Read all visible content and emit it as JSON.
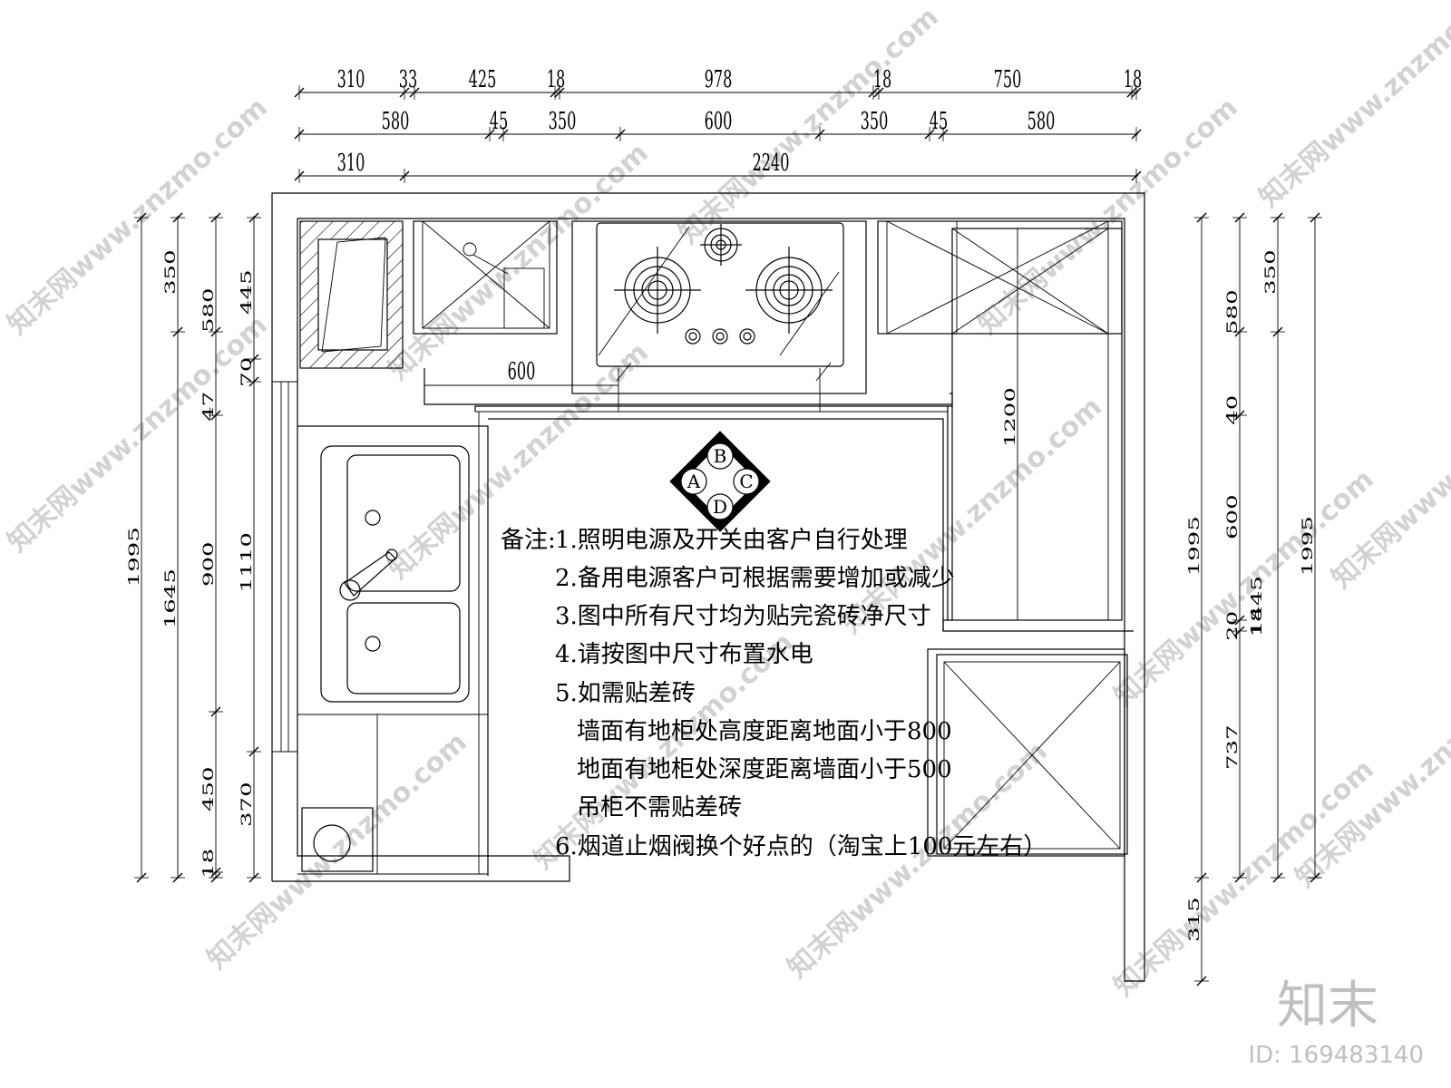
{
  "dims_top": {
    "row1": [
      "310",
      "33",
      "425",
      "18",
      "978",
      "18",
      "750",
      "18"
    ],
    "row2": [
      "580",
      "45",
      "350",
      "600",
      "350",
      "45",
      "580"
    ],
    "row3": [
      "310",
      "2240"
    ]
  },
  "dims_left": {
    "col_a": [
      "1995"
    ],
    "col_b": [
      "350",
      "1645"
    ],
    "col_c": [
      "580",
      "47",
      "900",
      "450",
      "18"
    ],
    "col_d": [
      "445",
      "70",
      "1110",
      "370"
    ]
  },
  "dims_right": {
    "col_a": [
      "1995",
      "315"
    ],
    "col_b": [
      "580",
      "40",
      "600",
      "20",
      "737"
    ],
    "col_c": [
      "1445",
      "18"
    ],
    "col_d": [
      "350",
      "1995"
    ]
  },
  "dims_inner": {
    "hood_width": "600",
    "fridge_length": "1200"
  },
  "compass": {
    "top": "B",
    "left": "A",
    "right": "C",
    "bottom": "D"
  },
  "notes": {
    "label": "备注:",
    "items": [
      "1.照明电源及开关由客户自行处理",
      "2.备用电源客户可根据需要增加或减少",
      "3.图中所有尺寸均为贴完瓷砖净尺寸",
      "4.请按图中尺寸布置水电",
      "5.如需贴差砖",
      "墙面有地柜处高度距离地面小于800",
      "地面有地柜处深度距离墙面小于500",
      "吊柜不需贴差砖",
      "6.烟道止烟阀换个好点的（淘宝上100元左右）"
    ]
  },
  "watermark": {
    "text": "知末网www.znzmo.com",
    "brand": "知末",
    "id_label": "ID: 169483140"
  }
}
